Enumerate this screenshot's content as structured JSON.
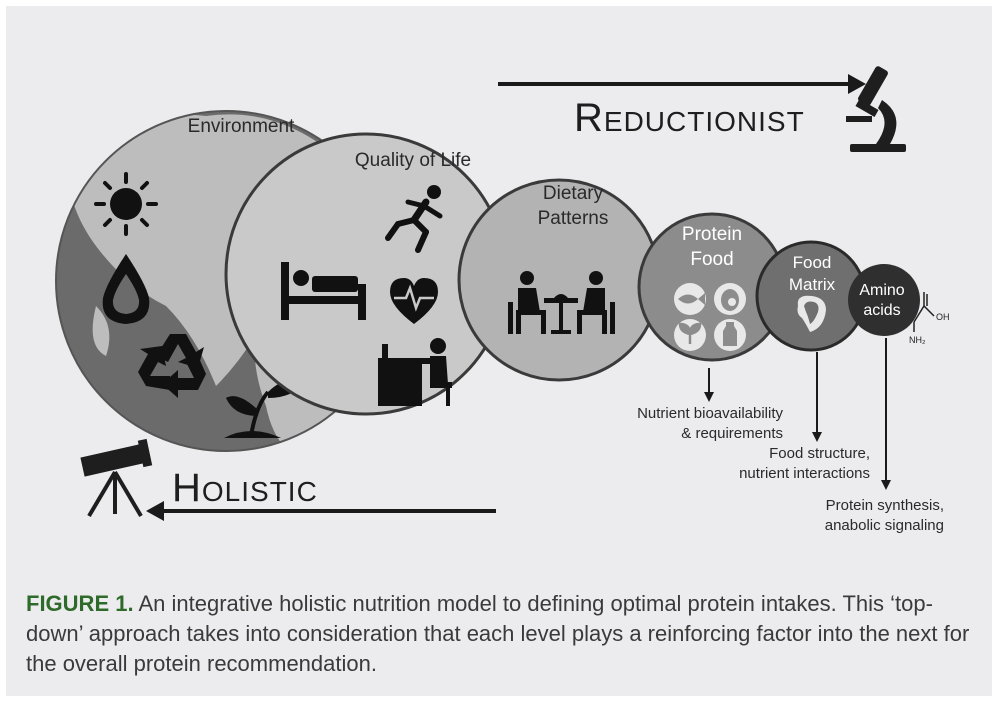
{
  "diagram": {
    "arrow_top_label": "Reductionist",
    "arrow_bottom_label": "Holistic",
    "circles": [
      {
        "label": "Environment",
        "icons": [
          "sun-icon",
          "water-drop-icon",
          "recycle-icon",
          "seedling-icon"
        ]
      },
      {
        "label": "Quality of Life",
        "icons": [
          "running-person-icon",
          "bed-icon",
          "heart-pulse-icon",
          "person-at-desk-icon"
        ]
      },
      {
        "label_line1": "Dietary",
        "label_line2": "Patterns",
        "icons": [
          "people-eating-icon"
        ]
      },
      {
        "label_line1": "Protein",
        "label_line2": "Food",
        "icons": [
          "fish-icon",
          "egg-icon",
          "plant-icon",
          "milk-icon"
        ]
      },
      {
        "label_line1": "Food",
        "label_line2": "Matrix",
        "icons": [
          "steak-icon"
        ]
      },
      {
        "label_line1": "Amino",
        "label_line2": "acids",
        "icons": [
          "amino-acid-structure-icon"
        ]
      }
    ],
    "amino_structure": {
      "oh": "OH",
      "nh2": "NH₂"
    },
    "annotations": [
      {
        "line1": "Nutrient bioavailability",
        "line2": "& requirements"
      },
      {
        "line1": "Food structure,",
        "line2": "nutrient interactions"
      },
      {
        "line1": "Protein synthesis,",
        "line2": "anabolic signaling"
      }
    ],
    "colors": {
      "environment": "#6b6b6b",
      "quality_of_life": "#c9c9c9",
      "dietary_patterns": "#b3b3b3",
      "protein_food": "#8c8c8c",
      "food_matrix": "#6f6f6f",
      "amino_acids": "#2f2f2f",
      "caption_label": "#2e6b2a"
    }
  },
  "caption": {
    "label": "FIGURE 1.",
    "text": " An integrative holistic nutrition model to defining optimal protein intakes. This ‘top-down’ approach takes into consideration that each level plays a reinforcing factor into the next for the overall protein recommendation."
  }
}
